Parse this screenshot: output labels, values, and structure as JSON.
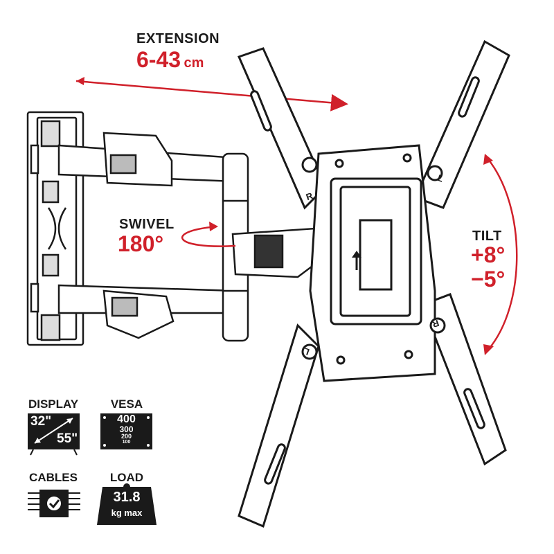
{
  "extension": {
    "title": "EXTENSION",
    "value": "6-43",
    "unit": "cm"
  },
  "swivel": {
    "title": "SWIVEL",
    "value": "180°"
  },
  "tilt": {
    "title": "TILT",
    "up": "+8°",
    "down": "−5°"
  },
  "plate_marks": {
    "left_top": "R",
    "right_top": "L",
    "left_bottom": "L",
    "right_bottom": "R"
  },
  "specs": {
    "display": {
      "title": "DISPLAY",
      "min": "32\"",
      "max": "55\""
    },
    "vesa": {
      "title": "VESA",
      "sizes": [
        "400",
        "300",
        "200",
        "100"
      ]
    },
    "cables": {
      "title": "CABLES"
    },
    "load": {
      "title": "LOAD",
      "value": "31.8",
      "unit": "kg max"
    }
  },
  "colors": {
    "accent": "#d0202a",
    "ink": "#1a1a1a",
    "background": "#ffffff"
  }
}
